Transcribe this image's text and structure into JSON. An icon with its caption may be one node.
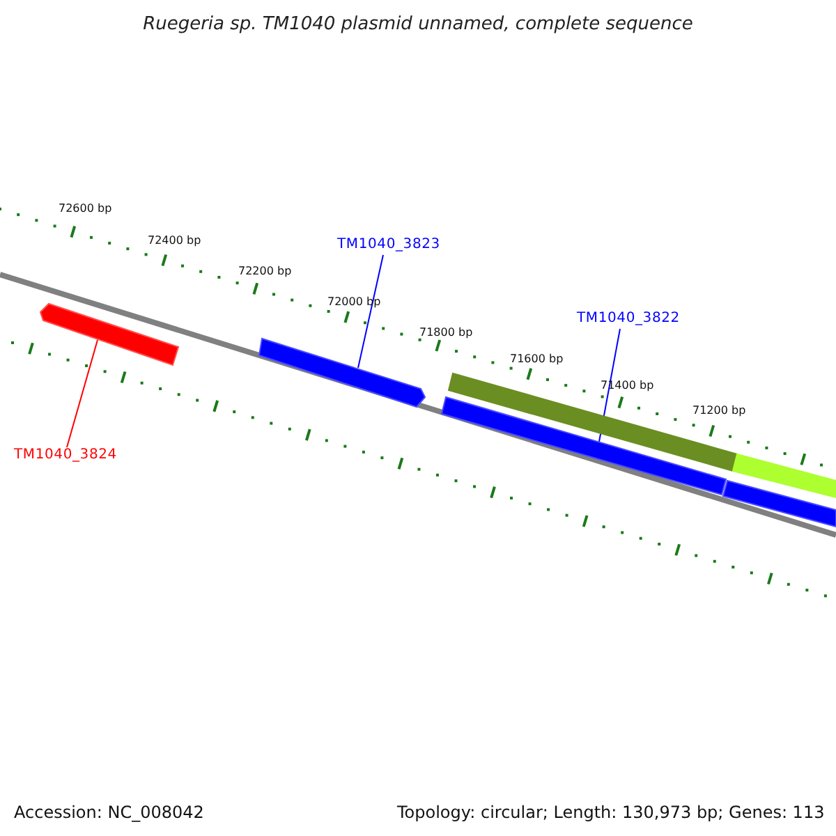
{
  "diagram": {
    "title": "Ruegeria sp. TM1040 plasmid unnamed, complete sequence",
    "nodes": [
      {
        "text": [
          "TM1040_3823"
        ]
      },
      {
        "text": [],
        "shape": "bar"
      },
      {
        "text": [
          "TM1040_3822"
        ]
      },
      {
        "text": [],
        "shape": "bar"
      },
      {
        "text": [
          "TM1040_3824"
        ]
      },
      {
        "text": [],
        "shape": "bar"
      },
      {
        "text": [],
        "shape": "bar"
      },
      {
        "text": [],
        "shape": "bar"
      },
      {
        "text": [],
        "shape": "bar"
      }
    ],
    "edges": [
      {
        "from": 0,
        "to": 1,
        "arrow": "none"
      },
      {
        "from": 2,
        "to": 3,
        "arrow": "none"
      },
      {
        "from": 4,
        "to": 5,
        "arrow": "none",
        "color": "#ff0000"
      }
    ],
    "labels": [
      "72600 bp",
      "72400 bp",
      "72200 bp",
      "72000 bp",
      "71800 bp",
      "71600 bp",
      "71400 bp",
      "71200 bp",
      "Accession: NC_008042",
      "Topology: circular; Length: 130,973 bp; Genes: 113"
    ]
  }
}
